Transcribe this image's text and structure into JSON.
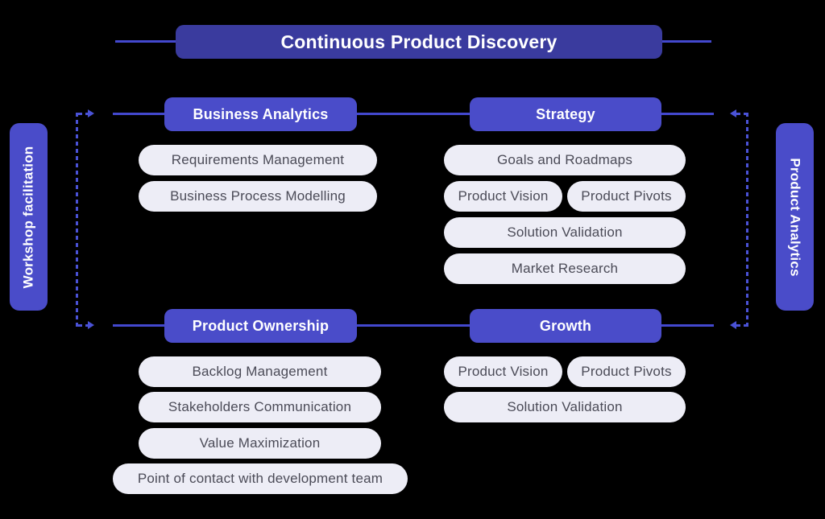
{
  "title": "Continuous Product Discovery",
  "side_labels": {
    "left": "Workshop facilitation",
    "right": "Product Analytics"
  },
  "sections": {
    "business_analytics": {
      "header": "Business Analytics",
      "items": [
        "Requirements Management",
        "Business Process Modelling"
      ]
    },
    "strategy": {
      "header": "Strategy",
      "items": [
        "Goals and Roadmaps",
        "Product Vision",
        "Product Pivots",
        "Solution Validation",
        "Market Research"
      ]
    },
    "product_ownership": {
      "header": "Product Ownership",
      "items": [
        "Backlog Management",
        "Stakeholders Communication",
        "Value Maximization",
        "Point of contact with development team"
      ]
    },
    "growth": {
      "header": "Growth",
      "items": [
        "Product Vision",
        "Product Pivots",
        "Solution Validation"
      ]
    }
  },
  "colors": {
    "background": "#000000",
    "title_bar": "#3A3B9E",
    "section_header": "#4A4CC9",
    "side_label": "#4A4CC9",
    "pill_bg": "#EDEDF6",
    "pill_text": "#4B4B57",
    "connector_solid": "#4348CE",
    "connector_dashed": "#4A52D6"
  }
}
